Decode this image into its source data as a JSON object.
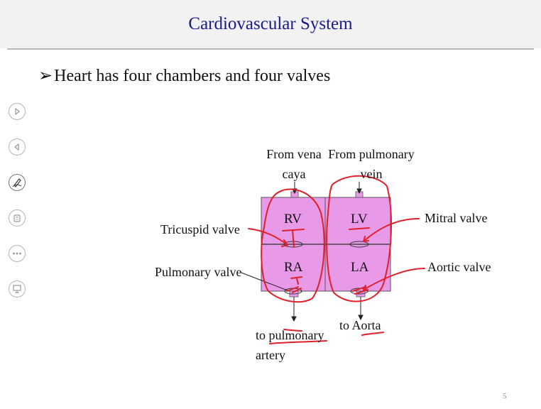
{
  "header": {
    "title": "Cardiovascular System"
  },
  "bullet": {
    "mark": "➢",
    "text": "Heart has four chambers and four valves"
  },
  "toolbar": {
    "icons": [
      "next-icon",
      "previous-icon",
      "pen-icon",
      "eraser-icon",
      "more-icon",
      "screen-icon"
    ]
  },
  "diagram": {
    "inlets": {
      "vena_cava": "From vena caya",
      "pulmonary_vein": "From pulmonary vein"
    },
    "chambers": {
      "rv": "RV",
      "lv": "LV",
      "ra": "RA",
      "la": "LA"
    },
    "valves": {
      "tricuspid": "Tricuspid valve",
      "pulmonary": "Pulmonary valve",
      "mitral": "Mitral valve",
      "aortic": "Aortic valve"
    },
    "outlets": {
      "pulmonary_artery": "to pulmonary artery",
      "aorta": "to Aorta"
    },
    "colors": {
      "chamber_fill": "#e89ae8",
      "chamber_border": "#555555",
      "annotation": "#e0202a"
    }
  },
  "page": {
    "number": "5"
  }
}
